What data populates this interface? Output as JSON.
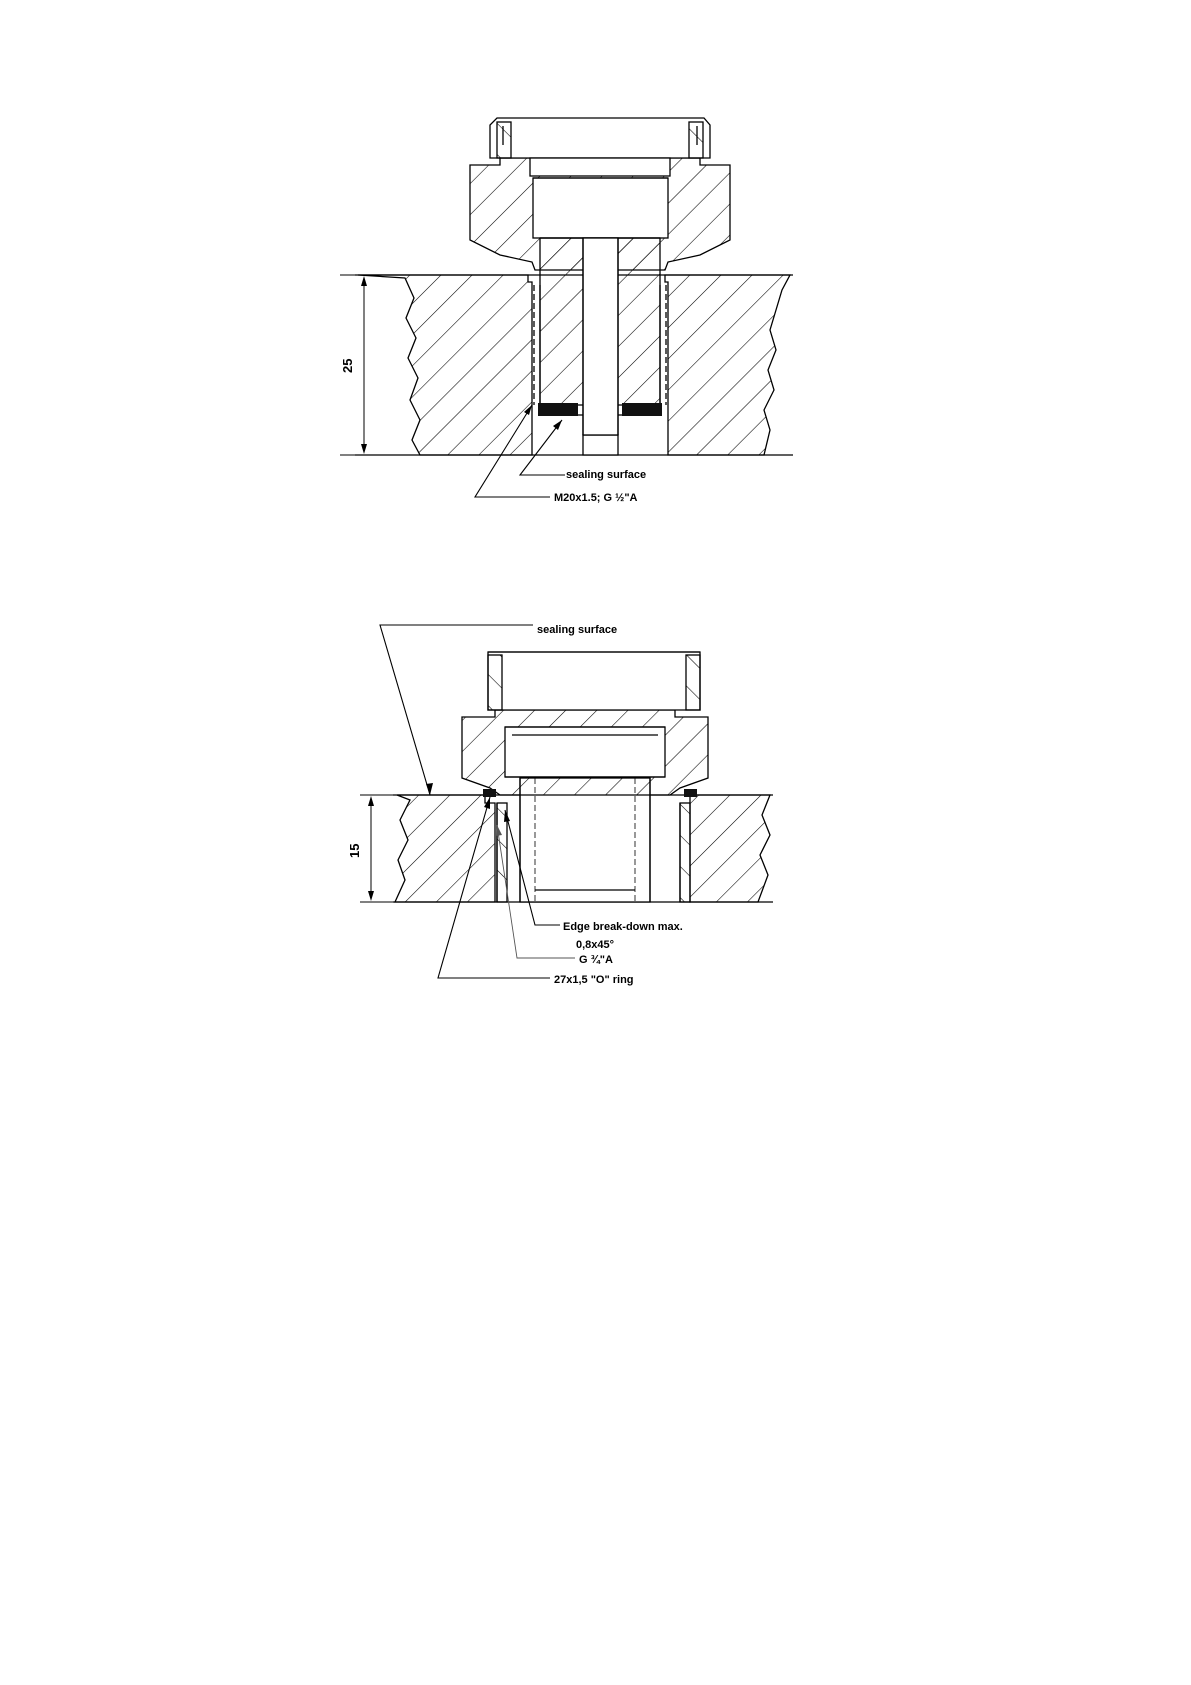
{
  "colors": {
    "line": "#000000",
    "background": "#ffffff",
    "gasket": "#111111"
  },
  "diagrams": [
    {
      "dimension": "25",
      "labels": {
        "sealing_surface": "sealing surface",
        "thread": "M20x1.5; G ½\"A"
      }
    },
    {
      "dimension": "15",
      "labels": {
        "sealing_surface": "sealing surface",
        "edge_break_line1": "Edge break-down max.",
        "edge_break_line2": "0,8x45°",
        "thread": "G ¾\"A",
        "o_ring": "27x1,5 \"O\" ring"
      }
    }
  ]
}
